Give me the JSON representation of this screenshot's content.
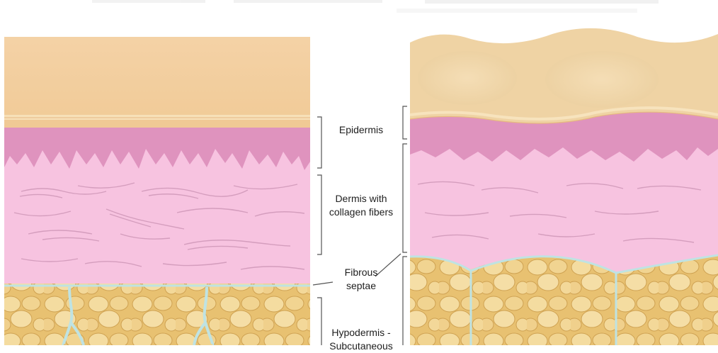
{
  "labels": {
    "epidermis": "Epidermis",
    "dermis_line1": "Dermis with",
    "dermis_line2": "collagen fibers",
    "septae_line1": "Fibrous",
    "septae_line2": "septae",
    "hypodermis_line1": "Hypodermis -",
    "hypodermis_line2": "Subcutaneous"
  },
  "colors": {
    "surface": "#f3d3a5",
    "epidermis": "#df93be",
    "dermis": "#f7c3e0",
    "fat": "#e9c26e",
    "septae": "#bfe3e3",
    "fiber": "#c98bb0"
  }
}
